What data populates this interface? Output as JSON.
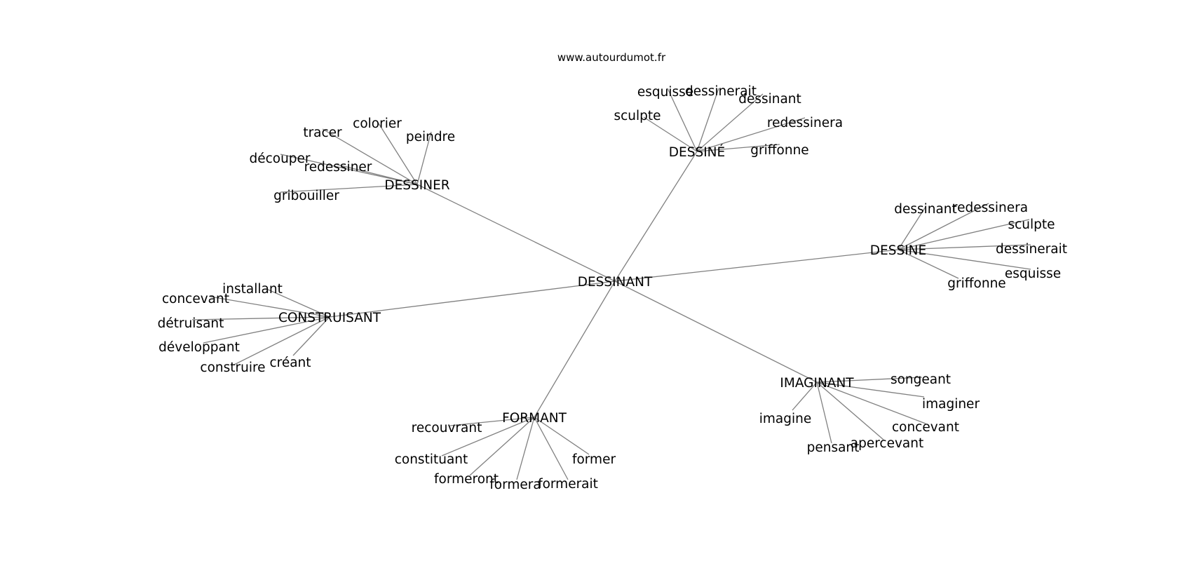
{
  "site": "www.autourdumot.fr",
  "center": "DESSINANT",
  "groups": [
    {
      "hub": "DESSINER",
      "words": [
        "colorier",
        "peindre",
        "tracer",
        "découper",
        "redessiner",
        "gribouiller"
      ]
    },
    {
      "hub": "DESSINÉ",
      "words": [
        "esquisse",
        "dessinerait",
        "dessinant",
        "sculpte",
        "redessinera",
        "griffonne"
      ]
    },
    {
      "hub": "DESSINE",
      "words": [
        "dessinant",
        "redessinera",
        "sculpte",
        "dessinerait",
        "esquisse",
        "griffonne"
      ]
    },
    {
      "hub": "CONSTRUISANT",
      "words": [
        "installant",
        "concevant",
        "détruisant",
        "développant",
        "construire",
        "créant"
      ]
    },
    {
      "hub": "FORMANT",
      "words": [
        "recouvrant",
        "constituant",
        "former",
        "formeront",
        "formera",
        "formerait"
      ]
    },
    {
      "hub": "IMAGINANT",
      "words": [
        "songeant",
        "imaginer",
        "imagine",
        "concevant",
        "apercevant",
        "pensant"
      ]
    }
  ]
}
